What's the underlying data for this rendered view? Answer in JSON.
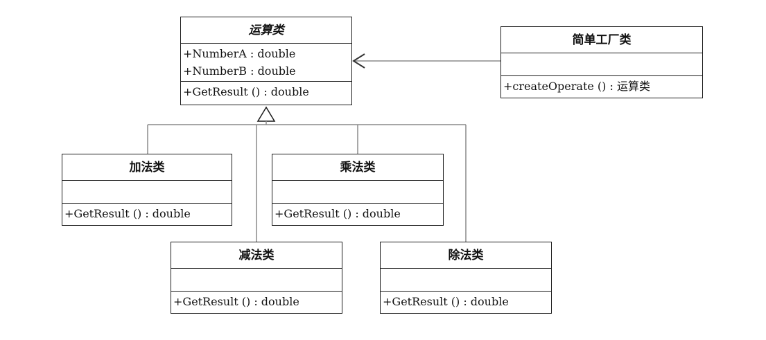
{
  "diagram": {
    "operation_class": {
      "name": "运算类",
      "attributes": [
        "+NumberA  : double",
        "+NumberB  : double"
      ],
      "operations": [
        "+GetResult () : double"
      ]
    },
    "factory_class": {
      "name": "简单工厂类",
      "attributes": [],
      "operations": [
        "+createOperate () : 运算类"
      ]
    },
    "add_class": {
      "name": "加法类",
      "attributes": [],
      "operations": [
        "+GetResult () : double"
      ]
    },
    "multiply_class": {
      "name": "乘法类",
      "attributes": [],
      "operations": [
        "+GetResult () : double"
      ]
    },
    "subtract_class": {
      "name": "减法类",
      "attributes": [],
      "operations": [
        "+GetResult () : double"
      ]
    },
    "divide_class": {
      "name": "除法类",
      "attributes": [],
      "operations": [
        "+GetResult () : double"
      ]
    }
  }
}
